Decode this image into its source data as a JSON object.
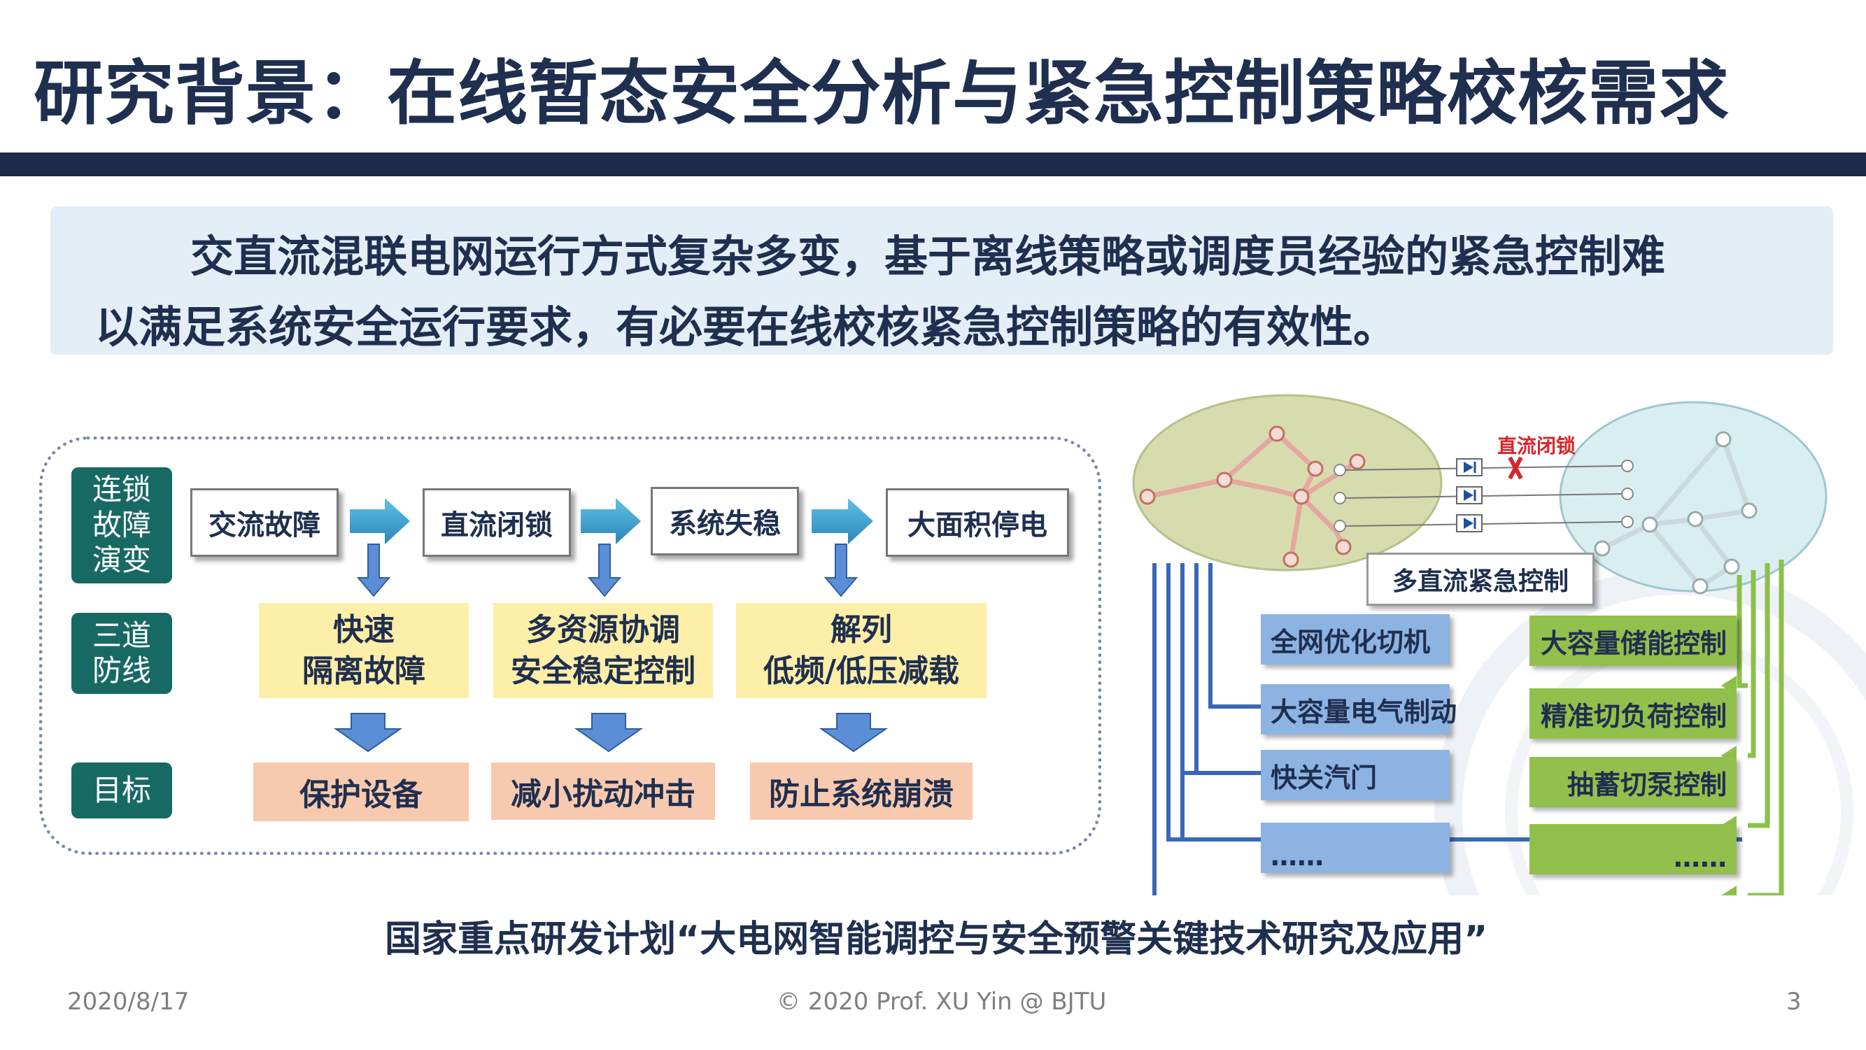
{
  "title": "研究背景：在线暂态安全分析与紧急控制策略校核需求",
  "intro": {
    "line1": "交直流混联电网运行方式复杂多变，基于离线策略或调度员经验的紧急控制难",
    "line2": "以满足系统安全运行要求，有必要在线校核紧急控制策略的有效性。"
  },
  "row_labels": {
    "chain": "连锁\n故障\n演变",
    "defense": "三道\n防线",
    "goal": "目标"
  },
  "chain_stages": [
    "交流故障",
    "直流闭锁",
    "系统失稳",
    "大面积停电"
  ],
  "defense_lines": [
    "快速\n隔离故障",
    "多资源协调\n安全稳定控制",
    "解列\n低频/低压减载"
  ],
  "goals": [
    "保护设备",
    "减小扰动冲击",
    "防止系统崩溃"
  ],
  "network": {
    "dc_lock_label": "直流闭锁",
    "multi_dc_label": "多直流紧急控制",
    "left_controls": [
      "全网优化切机",
      "大容量电气制动",
      "快关汽门",
      "……"
    ],
    "right_controls": [
      "大容量储能控制",
      "精准切负荷控制",
      "抽蓄切泵控制",
      "……"
    ]
  },
  "colors": {
    "title": "#1f2f4f",
    "title_bar": "#1c2c4a",
    "label_green": "#176a64",
    "defense_yellow": "#fdeea8",
    "goal_peach": "#f7c9af",
    "left_blue": "#8db3e2",
    "right_green": "#92c04c",
    "dc_lock_red": "#d9262b"
  },
  "icons": [
    "arrow-right-icon",
    "arrow-down-icon",
    "diode-icon",
    "cross-icon",
    "network-graph-icon"
  ],
  "project": "国家重点研发计划“大电网智能调控与安全预警关键技术研究及应用”",
  "footer": {
    "date": "2020/8/17",
    "copyright": "© 2020 Prof. XU Yin @ BJTU",
    "page": "3"
  }
}
